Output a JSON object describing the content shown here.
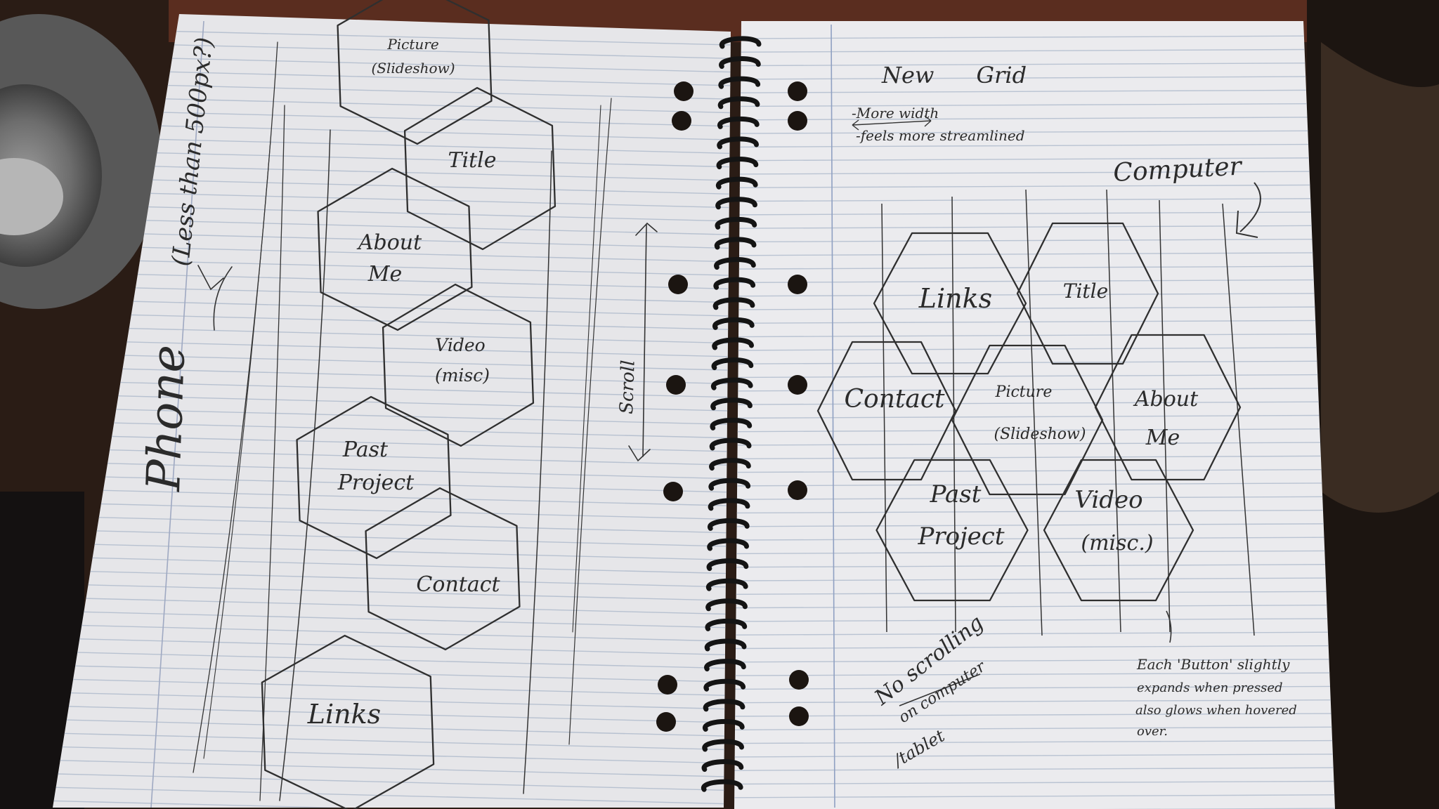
{
  "left_page": {
    "side_label": "Phone",
    "side_note": "(Less than 500px?)",
    "scroll_label": "Scroll",
    "hexagons": [
      {
        "label": "Picture",
        "sub": "(Slideshow)"
      },
      {
        "label": "Title",
        "sub": ""
      },
      {
        "label": "About",
        "sub": "Me"
      },
      {
        "label": "Video",
        "sub": "(misc)"
      },
      {
        "label": "Past",
        "sub": "Project"
      },
      {
        "label": "Contact",
        "sub": ""
      },
      {
        "label": "Links",
        "sub": ""
      }
    ]
  },
  "right_page": {
    "heading": "New Grid",
    "notes": [
      "-More width",
      "-feels more streamlined"
    ],
    "device_label": "Computer",
    "hexagons": [
      {
        "label": "Links",
        "sub": ""
      },
      {
        "label": "Title",
        "sub": ""
      },
      {
        "label": "Contact",
        "sub": ""
      },
      {
        "label": "Picture",
        "sub": "(Slideshow)"
      },
      {
        "label": "About",
        "sub": "Me"
      },
      {
        "label": "Past",
        "sub": "Project"
      },
      {
        "label": "Video",
        "sub": "(misc.)"
      }
    ],
    "no_scroll_note": [
      "No scrolling",
      "on computer",
      "/tablet"
    ],
    "button_note": [
      "Each 'Button' slightly",
      "expands when pressed",
      "also glows when hovered",
      "over."
    ]
  },
  "colors": {
    "paper": "#e9e9ec",
    "rule_line": "#b9c3d2",
    "ink": "#2b2b2b",
    "table": "#3a2418",
    "spiral": "#151515"
  }
}
